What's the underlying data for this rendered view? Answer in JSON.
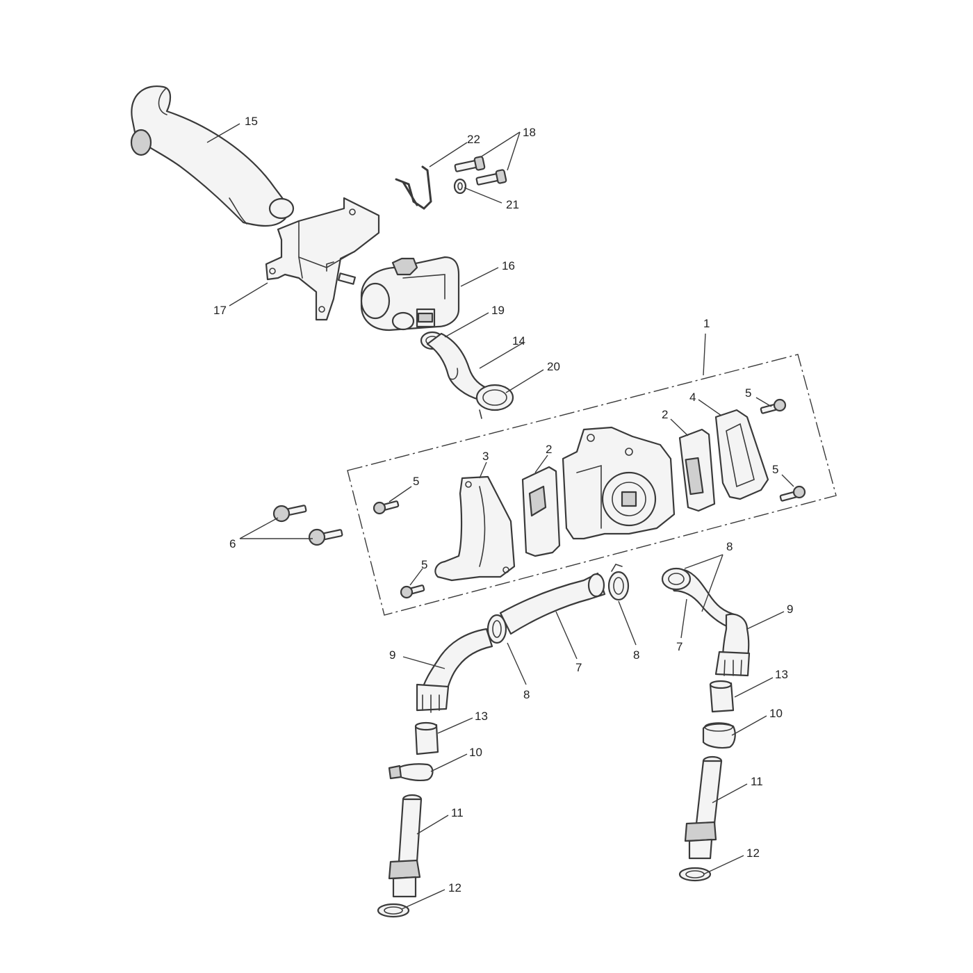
{
  "diagram": {
    "callouts": [
      {
        "id": "c15",
        "text": "15"
      },
      {
        "id": "c22",
        "text": "22"
      },
      {
        "id": "c18",
        "text": "18"
      },
      {
        "id": "c21",
        "text": "21"
      },
      {
        "id": "c16",
        "text": "16"
      },
      {
        "id": "c17",
        "text": "17"
      },
      {
        "id": "c19",
        "text": "19"
      },
      {
        "id": "c14",
        "text": "14"
      },
      {
        "id": "c1",
        "text": "1"
      },
      {
        "id": "c20",
        "text": "20"
      },
      {
        "id": "c5a",
        "text": "5"
      },
      {
        "id": "c4",
        "text": "4"
      },
      {
        "id": "c2a",
        "text": "2"
      },
      {
        "id": "c5b",
        "text": "5"
      },
      {
        "id": "c3",
        "text": "3"
      },
      {
        "id": "c2b",
        "text": "2"
      },
      {
        "id": "c5c",
        "text": "5"
      },
      {
        "id": "c6",
        "text": "6"
      },
      {
        "id": "c5d",
        "text": "5"
      },
      {
        "id": "c8a",
        "text": "8"
      },
      {
        "id": "c9a",
        "text": "9"
      },
      {
        "id": "c7a",
        "text": "7"
      },
      {
        "id": "c8b",
        "text": "8"
      },
      {
        "id": "c7b",
        "text": "7"
      },
      {
        "id": "c9b",
        "text": "9"
      },
      {
        "id": "c8c",
        "text": "8"
      },
      {
        "id": "c13a",
        "text": "13"
      },
      {
        "id": "c10a",
        "text": "10"
      },
      {
        "id": "c13b",
        "text": "13"
      },
      {
        "id": "c10b",
        "text": "10"
      },
      {
        "id": "c11a",
        "text": "11"
      },
      {
        "id": "c11b",
        "text": "11"
      },
      {
        "id": "c12a",
        "text": "12"
      },
      {
        "id": "c12b",
        "text": "12"
      }
    ]
  }
}
